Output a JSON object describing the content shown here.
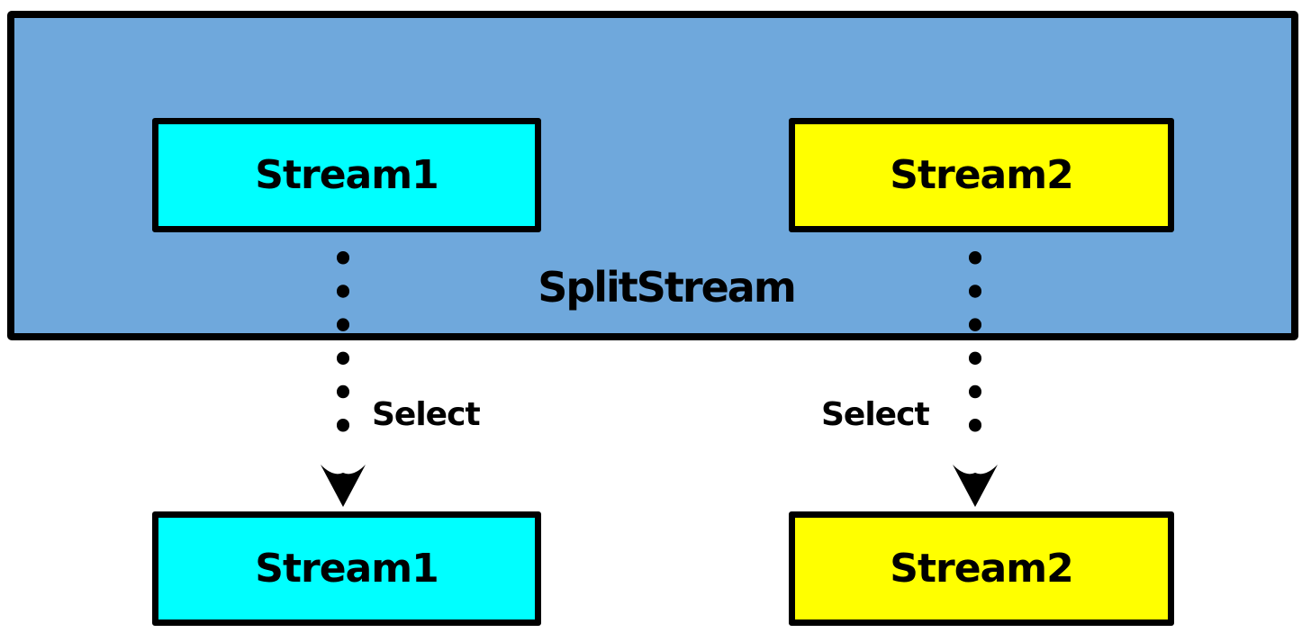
{
  "diagram": {
    "container_label": "SplitStream",
    "top_boxes": [
      {
        "label": "Stream1",
        "fill": "#00ffff"
      },
      {
        "label": "Stream2",
        "fill": "#ffff00"
      }
    ],
    "arrows": [
      {
        "label": "Select",
        "source": "Stream1",
        "target": "Stream1"
      },
      {
        "label": "Select",
        "source": "Stream2",
        "target": "Stream2"
      }
    ],
    "bottom_boxes": [
      {
        "label": "Stream1",
        "fill": "#00ffff"
      },
      {
        "label": "Stream2",
        "fill": "#ffff00"
      }
    ],
    "colors": {
      "container_fill": "#6fa8dc",
      "stream1_fill": "#00ffff",
      "stream2_fill": "#ffff00",
      "border": "#000000",
      "text": "#000000",
      "background": "#ffffff"
    }
  }
}
